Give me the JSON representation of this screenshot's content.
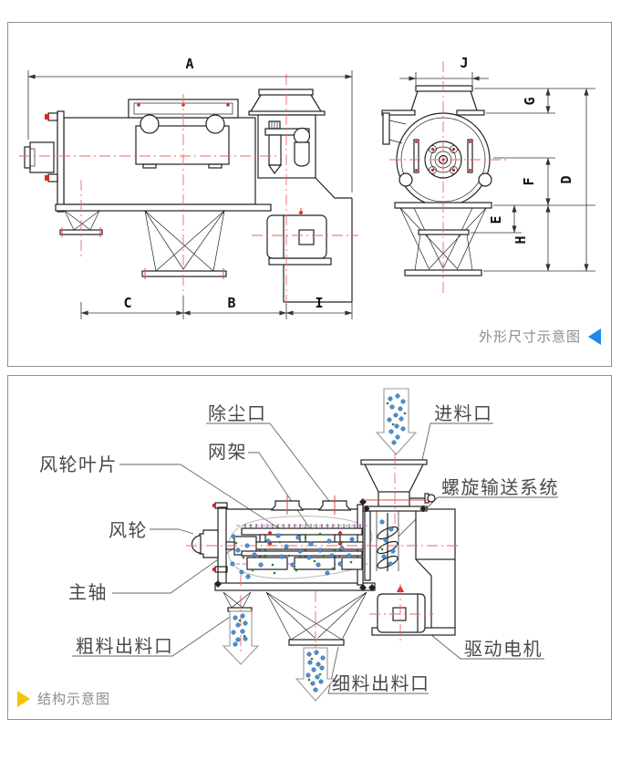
{
  "panels": {
    "outline": {
      "caption": "外形尺寸示意图",
      "dims": {
        "A": "A",
        "B": "B",
        "C": "C",
        "D": "D",
        "E": "E",
        "F": "F",
        "G": "G",
        "H": "H",
        "I": "I",
        "J": "J"
      }
    },
    "structure": {
      "caption": "结构示意图",
      "labels": {
        "dust_port": "除尘口",
        "mesh_frame": "网架",
        "feed_inlet": "进料口",
        "wind_wheel_blades": "风轮叶片",
        "screw_conveyor_system": "螺旋输送系统",
        "wind_wheel": "风轮",
        "main_shaft": "主轴",
        "coarse_outlet": "粗料出料口",
        "drive_motor": "驱动电机",
        "fine_outlet": "细料出料口"
      }
    }
  },
  "colors": {
    "caption_text": "#8c8c8c",
    "outline_caption_triangle": "#1d88e8",
    "structure_caption_triangle": "#f5c400",
    "centerline_red": "#ef6666",
    "particle_blue": "#4a90d0",
    "particle_green": "#2e7d32",
    "mesh_dashed_magenta": "#d966d9",
    "drawing_line": "#222222"
  }
}
